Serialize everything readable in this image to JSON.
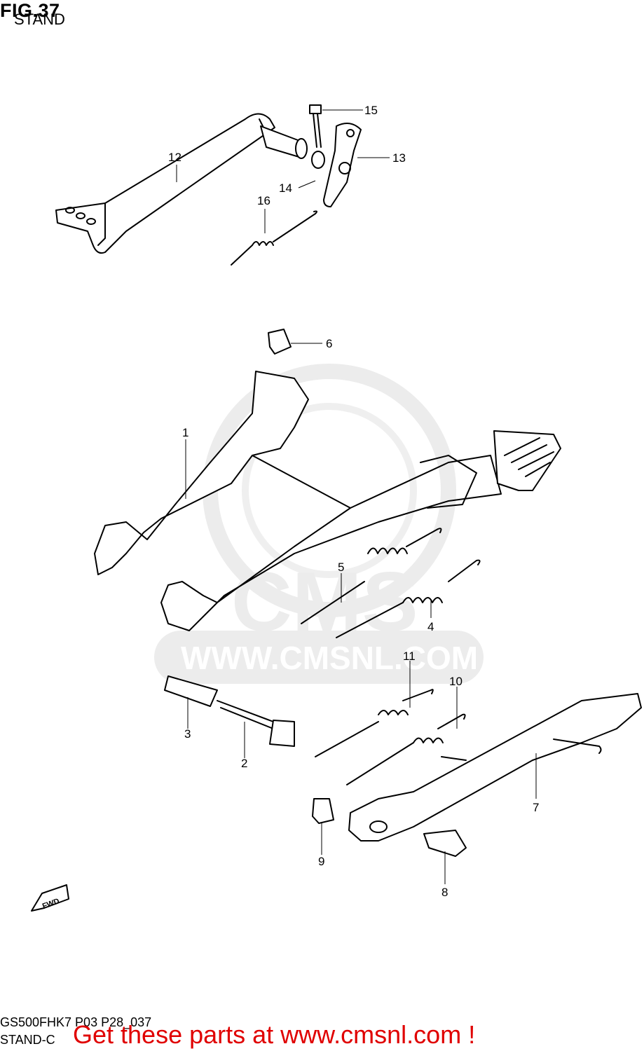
{
  "header": {
    "figure_title": "FIG.37",
    "subtitle": "STAND"
  },
  "watermark": {
    "logo_text": "CMS",
    "url_text": "WWW.CMSNL.COM"
  },
  "callouts": {
    "c1": "1",
    "c2": "2",
    "c3": "3",
    "c4": "4",
    "c5": "5",
    "c6": "6",
    "c7": "7",
    "c8": "8",
    "c9": "9",
    "c10": "10",
    "c11": "11",
    "c12": "12",
    "c13": "13",
    "c14": "14",
    "c15": "15",
    "c16": "16"
  },
  "fwd_label": "FWD",
  "footer": {
    "code": "GS500FHK7 P03 P28_037",
    "section": "STAND-C",
    "cta": "Get these parts at www.cmsnl.com !"
  },
  "colors": {
    "line": "#000000",
    "watermark": "#e6e6e6",
    "cta": "#e00000"
  }
}
